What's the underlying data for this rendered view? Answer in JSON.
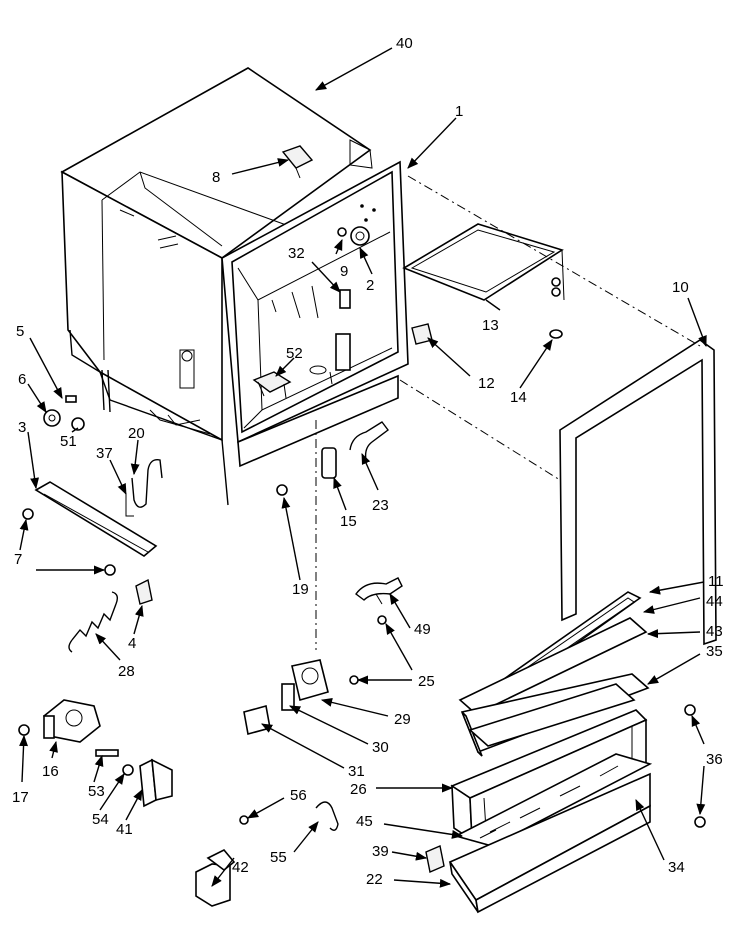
{
  "diagram": {
    "labels": {
      "p1": "1",
      "p2": "2",
      "p3": "3",
      "p4": "4",
      "p5": "5",
      "p6": "6",
      "p7": "7",
      "p8": "8",
      "p9": "9",
      "p10": "10",
      "p11": "11",
      "p12": "12",
      "p13": "13",
      "p14": "14",
      "p15": "15",
      "p16": "16",
      "p17": "17",
      "p19": "19",
      "p20": "20",
      "p22": "22",
      "p23": "23",
      "p25": "25",
      "p26": "26",
      "p28": "28",
      "p29": "29",
      "p30": "30",
      "p31": "31",
      "p32": "32",
      "p34": "34",
      "p35": "35",
      "p36": "36",
      "p37": "37",
      "p39": "39",
      "p40": "40",
      "p41": "41",
      "p42": "42",
      "p43": "43",
      "p44": "44",
      "p45": "45",
      "p49": "49",
      "p51": "51",
      "p52": "52",
      "p53": "53",
      "p54": "54",
      "p55": "55",
      "p56": "56"
    }
  }
}
